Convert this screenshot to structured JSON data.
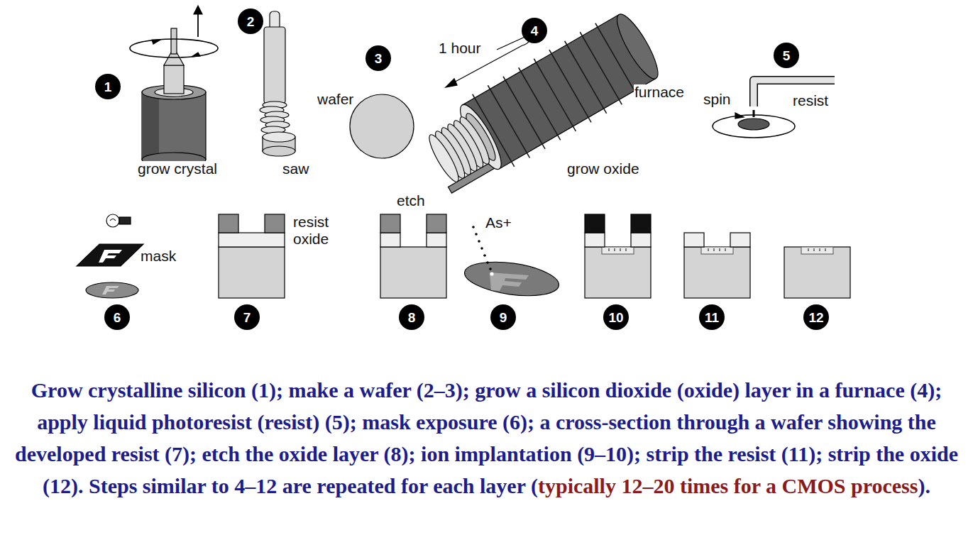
{
  "diagram": {
    "caption": "Grow crystalline silicon (1); make a wafer (2–3); grow a silicon dioxide (oxide) layer in a furnace (4); apply liquid photoresist (resist) (5); mask exposure (6); a cross-section through a wafer showing the developed resist (7); etch the oxide layer (8); ion implantation (9–10); strip the resist (11); strip the oxide (12). Steps similar to 4–12 are repeated for each layer (typically 12–20 times for a CMOS process).",
    "nodes": [
      {
        "text": [
          "1"
        ]
      },
      {
        "text": [
          "2"
        ]
      },
      {
        "text": [
          "3"
        ]
      },
      {
        "text": [
          "4"
        ]
      },
      {
        "text": [
          "5"
        ]
      },
      {
        "text": [
          "6"
        ]
      },
      {
        "text": [
          "7"
        ]
      },
      {
        "text": [
          "8"
        ]
      },
      {
        "text": [
          "9"
        ]
      },
      {
        "text": [
          "10"
        ]
      },
      {
        "text": [
          "11"
        ]
      },
      {
        "text": [
          "12"
        ]
      }
    ],
    "labels": [
      "grow crystal",
      "saw",
      "wafer",
      "1 hour",
      "furnace",
      "grow oxide",
      "spin",
      "resist",
      "mask",
      "resist",
      "oxide",
      "etch",
      "As+"
    ]
  }
}
